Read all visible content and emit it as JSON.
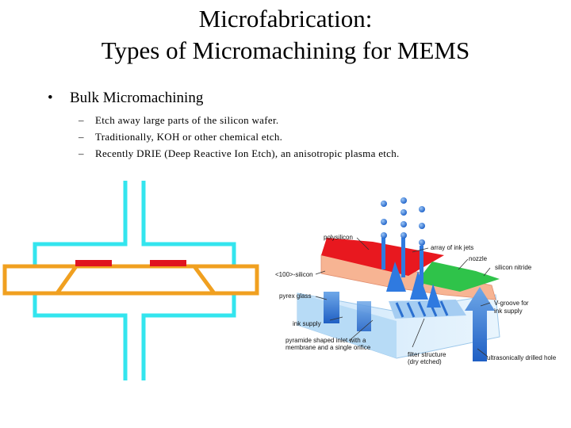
{
  "slide": {
    "title_line1": "Microfabrication:",
    "title_line2": "Types of Micromachining for MEMS",
    "bullet": "Bulk Micromachining",
    "subitems": [
      "Etch away large parts of the silicon wafer.",
      "Traditionally, KOH or other chemical etch.",
      "Recently DRIE (Deep Reactive Ion Etch), an anisotropic plasma etch."
    ]
  },
  "figure": {
    "labels": {
      "polysilicon": "polysilicon",
      "array": "array of ink jets",
      "nozzle": "nozzle",
      "silicon100": "<100>-silicon",
      "nitride": "silicon nitride",
      "pyrex": "pyrex glass",
      "vgroove1": "V-groove for",
      "vgroove2": "ink supply",
      "ink_supply": "ink supply",
      "pyramid1": "pyramide shaped inlet with a",
      "pyramid2": "membrane and a single orifice",
      "filter1": "filter structure",
      "filter2": "(dry etched)",
      "ultra": "ultrasonically drilled hole"
    }
  },
  "colors": {
    "cyan": "#33e5ee",
    "orange": "#f0a020",
    "red": "#e0131f"
  }
}
